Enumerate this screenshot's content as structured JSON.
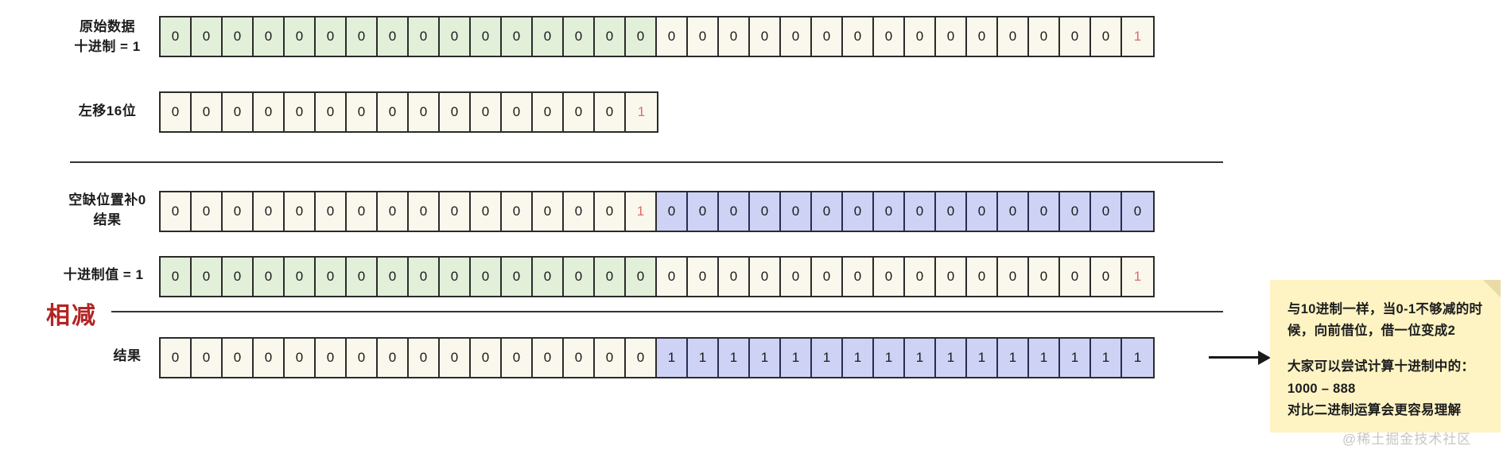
{
  "diagram": {
    "title": "binary-left-shift-and-subtract",
    "colors": {
      "green_cell": "#e2efd9",
      "cream_cell": "#faf8ec",
      "blue_cell": "#ced2f5",
      "red_digit": "#e06a6a",
      "subtract_label": "#b32424",
      "note_background": "#fdf3c3",
      "border": "#2b2b2b"
    },
    "rows": [
      {
        "id": "original-data",
        "label": "原始数据\n十进制  = 1",
        "cells": [
          {
            "v": "0",
            "s": "green"
          },
          {
            "v": "0",
            "s": "green"
          },
          {
            "v": "0",
            "s": "green"
          },
          {
            "v": "0",
            "s": "green"
          },
          {
            "v": "0",
            "s": "green"
          },
          {
            "v": "0",
            "s": "green"
          },
          {
            "v": "0",
            "s": "green"
          },
          {
            "v": "0",
            "s": "green"
          },
          {
            "v": "0",
            "s": "green"
          },
          {
            "v": "0",
            "s": "green"
          },
          {
            "v": "0",
            "s": "green"
          },
          {
            "v": "0",
            "s": "green"
          },
          {
            "v": "0",
            "s": "green"
          },
          {
            "v": "0",
            "s": "green"
          },
          {
            "v": "0",
            "s": "green"
          },
          {
            "v": "0",
            "s": "green"
          },
          {
            "v": "0",
            "s": "cream"
          },
          {
            "v": "0",
            "s": "cream"
          },
          {
            "v": "0",
            "s": "cream"
          },
          {
            "v": "0",
            "s": "cream"
          },
          {
            "v": "0",
            "s": "cream"
          },
          {
            "v": "0",
            "s": "cream"
          },
          {
            "v": "0",
            "s": "cream"
          },
          {
            "v": "0",
            "s": "cream"
          },
          {
            "v": "0",
            "s": "cream"
          },
          {
            "v": "0",
            "s": "cream"
          },
          {
            "v": "0",
            "s": "cream"
          },
          {
            "v": "0",
            "s": "cream"
          },
          {
            "v": "0",
            "s": "cream"
          },
          {
            "v": "0",
            "s": "cream"
          },
          {
            "v": "0",
            "s": "cream"
          },
          {
            "v": "1",
            "s": "cream red"
          }
        ]
      },
      {
        "id": "left-shift-16",
        "label": "左移16位",
        "cells": [
          {
            "v": "0",
            "s": "cream"
          },
          {
            "v": "0",
            "s": "cream"
          },
          {
            "v": "0",
            "s": "cream"
          },
          {
            "v": "0",
            "s": "cream"
          },
          {
            "v": "0",
            "s": "cream"
          },
          {
            "v": "0",
            "s": "cream"
          },
          {
            "v": "0",
            "s": "cream"
          },
          {
            "v": "0",
            "s": "cream"
          },
          {
            "v": "0",
            "s": "cream"
          },
          {
            "v": "0",
            "s": "cream"
          },
          {
            "v": "0",
            "s": "cream"
          },
          {
            "v": "0",
            "s": "cream"
          },
          {
            "v": "0",
            "s": "cream"
          },
          {
            "v": "0",
            "s": "cream"
          },
          {
            "v": "0",
            "s": "cream"
          },
          {
            "v": "1",
            "s": "cream red"
          }
        ]
      },
      {
        "id": "pad-zero-result",
        "label": "空缺位置补0\n结果",
        "cells": [
          {
            "v": "0",
            "s": "cream"
          },
          {
            "v": "0",
            "s": "cream"
          },
          {
            "v": "0",
            "s": "cream"
          },
          {
            "v": "0",
            "s": "cream"
          },
          {
            "v": "0",
            "s": "cream"
          },
          {
            "v": "0",
            "s": "cream"
          },
          {
            "v": "0",
            "s": "cream"
          },
          {
            "v": "0",
            "s": "cream"
          },
          {
            "v": "0",
            "s": "cream"
          },
          {
            "v": "0",
            "s": "cream"
          },
          {
            "v": "0",
            "s": "cream"
          },
          {
            "v": "0",
            "s": "cream"
          },
          {
            "v": "0",
            "s": "cream"
          },
          {
            "v": "0",
            "s": "cream"
          },
          {
            "v": "0",
            "s": "cream"
          },
          {
            "v": "1",
            "s": "cream red"
          },
          {
            "v": "0",
            "s": "blue"
          },
          {
            "v": "0",
            "s": "blue"
          },
          {
            "v": "0",
            "s": "blue"
          },
          {
            "v": "0",
            "s": "blue"
          },
          {
            "v": "0",
            "s": "blue"
          },
          {
            "v": "0",
            "s": "blue"
          },
          {
            "v": "0",
            "s": "blue"
          },
          {
            "v": "0",
            "s": "blue"
          },
          {
            "v": "0",
            "s": "blue"
          },
          {
            "v": "0",
            "s": "blue"
          },
          {
            "v": "0",
            "s": "blue"
          },
          {
            "v": "0",
            "s": "blue"
          },
          {
            "v": "0",
            "s": "blue"
          },
          {
            "v": "0",
            "s": "blue"
          },
          {
            "v": "0",
            "s": "blue"
          },
          {
            "v": "0",
            "s": "blue"
          }
        ]
      },
      {
        "id": "decimal-value-1",
        "label": "十进制值 = 1",
        "cells": [
          {
            "v": "0",
            "s": "green"
          },
          {
            "v": "0",
            "s": "green"
          },
          {
            "v": "0",
            "s": "green"
          },
          {
            "v": "0",
            "s": "green"
          },
          {
            "v": "0",
            "s": "green"
          },
          {
            "v": "0",
            "s": "green"
          },
          {
            "v": "0",
            "s": "green"
          },
          {
            "v": "0",
            "s": "green"
          },
          {
            "v": "0",
            "s": "green"
          },
          {
            "v": "0",
            "s": "green"
          },
          {
            "v": "0",
            "s": "green"
          },
          {
            "v": "0",
            "s": "green"
          },
          {
            "v": "0",
            "s": "green"
          },
          {
            "v": "0",
            "s": "green"
          },
          {
            "v": "0",
            "s": "green"
          },
          {
            "v": "0",
            "s": "green"
          },
          {
            "v": "0",
            "s": "cream"
          },
          {
            "v": "0",
            "s": "cream"
          },
          {
            "v": "0",
            "s": "cream"
          },
          {
            "v": "0",
            "s": "cream"
          },
          {
            "v": "0",
            "s": "cream"
          },
          {
            "v": "0",
            "s": "cream"
          },
          {
            "v": "0",
            "s": "cream"
          },
          {
            "v": "0",
            "s": "cream"
          },
          {
            "v": "0",
            "s": "cream"
          },
          {
            "v": "0",
            "s": "cream"
          },
          {
            "v": "0",
            "s": "cream"
          },
          {
            "v": "0",
            "s": "cream"
          },
          {
            "v": "0",
            "s": "cream"
          },
          {
            "v": "0",
            "s": "cream"
          },
          {
            "v": "0",
            "s": "cream"
          },
          {
            "v": "1",
            "s": "cream red"
          }
        ]
      },
      {
        "id": "result",
        "label": "结果",
        "cells": [
          {
            "v": "0",
            "s": "cream"
          },
          {
            "v": "0",
            "s": "cream"
          },
          {
            "v": "0",
            "s": "cream"
          },
          {
            "v": "0",
            "s": "cream"
          },
          {
            "v": "0",
            "s": "cream"
          },
          {
            "v": "0",
            "s": "cream"
          },
          {
            "v": "0",
            "s": "cream"
          },
          {
            "v": "0",
            "s": "cream"
          },
          {
            "v": "0",
            "s": "cream"
          },
          {
            "v": "0",
            "s": "cream"
          },
          {
            "v": "0",
            "s": "cream"
          },
          {
            "v": "0",
            "s": "cream"
          },
          {
            "v": "0",
            "s": "cream"
          },
          {
            "v": "0",
            "s": "cream"
          },
          {
            "v": "0",
            "s": "cream"
          },
          {
            "v": "0",
            "s": "cream"
          },
          {
            "v": "1",
            "s": "blue"
          },
          {
            "v": "1",
            "s": "blue"
          },
          {
            "v": "1",
            "s": "blue"
          },
          {
            "v": "1",
            "s": "blue"
          },
          {
            "v": "1",
            "s": "blue"
          },
          {
            "v": "1",
            "s": "blue"
          },
          {
            "v": "1",
            "s": "blue"
          },
          {
            "v": "1",
            "s": "blue"
          },
          {
            "v": "1",
            "s": "blue"
          },
          {
            "v": "1",
            "s": "blue"
          },
          {
            "v": "1",
            "s": "blue"
          },
          {
            "v": "1",
            "s": "blue"
          },
          {
            "v": "1",
            "s": "blue"
          },
          {
            "v": "1",
            "s": "blue"
          },
          {
            "v": "1",
            "s": "blue"
          },
          {
            "v": "1",
            "s": "blue"
          }
        ]
      }
    ],
    "subtract_label": "相减",
    "note": {
      "line1": "与10进制一样，当0-1不够减的时",
      "line2": "候，向前借位，借一位变成2",
      "line3": "大家可以尝试计算十进制中的：",
      "line4": "1000 – 888",
      "line5": "对比二进制运算会更容易理解"
    },
    "watermark": "@稀土掘金技术社区"
  }
}
